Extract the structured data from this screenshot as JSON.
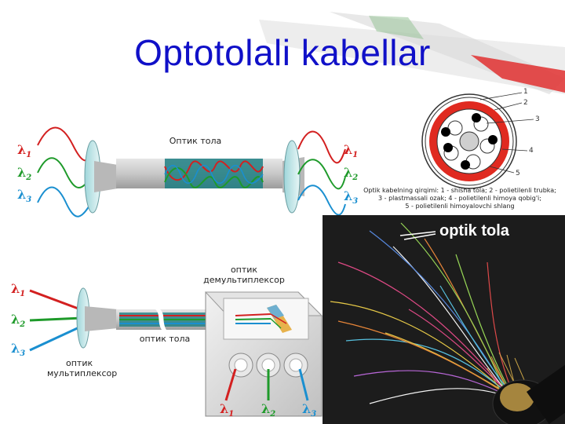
{
  "slide": {
    "title": "Optotolali kabellar"
  },
  "top_diagram": {
    "label": "Оптик тола",
    "left_wavelengths": [
      "λ",
      "λ",
      "λ"
    ],
    "right_wavelengths": [
      "λ",
      "λ",
      "λ"
    ],
    "subscripts": [
      "1",
      "2",
      "3"
    ],
    "colors": [
      "#d32020",
      "#1e9a2a",
      "#1a8fd0"
    ]
  },
  "bottom_diagram": {
    "demux_label_line1": "оптик",
    "demux_label_line2": "демультиплексор",
    "fiber_label": "оптик тола",
    "mux_label_line1": "оптик",
    "mux_label_line2": "мультиплексор",
    "left_wavelengths": [
      "λ",
      "λ",
      "λ"
    ],
    "bottom_wavelengths": [
      "λ",
      "λ",
      "λ"
    ],
    "subscripts": [
      "1",
      "2",
      "3"
    ]
  },
  "cross_section": {
    "numbers": [
      "1",
      "2",
      "3",
      "4",
      "5"
    ],
    "caption_line1": "Optik kabelning qirqimi: 1 - shisha tola; 2 - polietilenli trubka;",
    "caption_line2": "3 - plastmassali ozak; 4 - polietilenli himoya qobig'i;",
    "caption_line3": "5 - polietilenli himoyalovchi shlang"
  },
  "photo": {
    "label": "optik tola"
  }
}
